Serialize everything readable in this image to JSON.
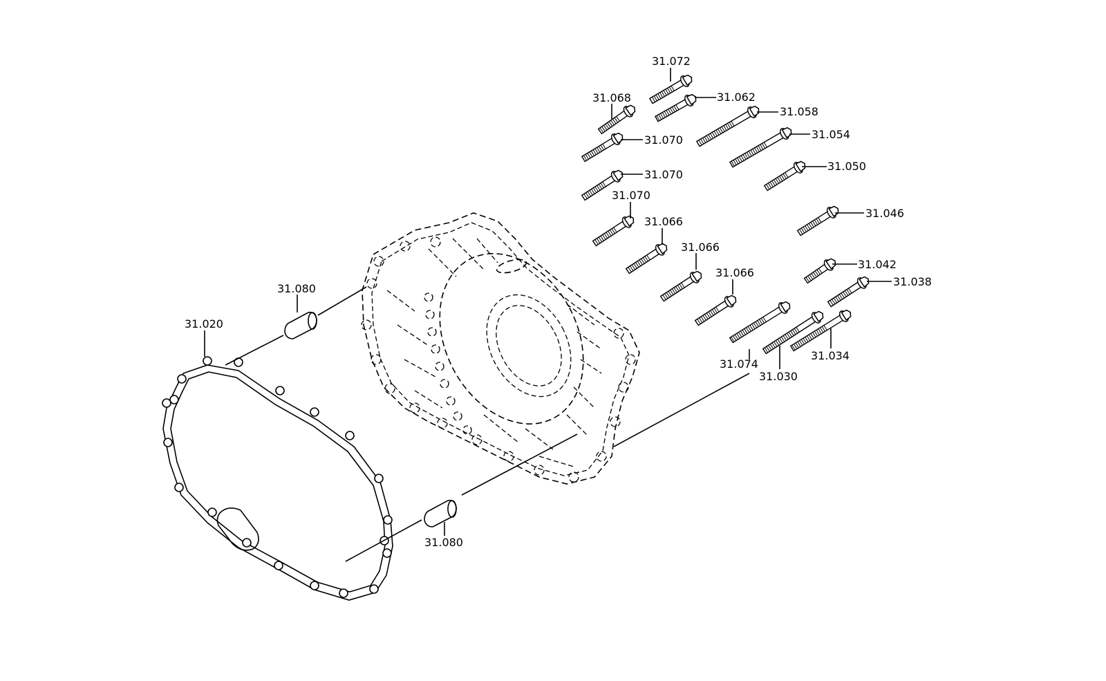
{
  "labels": {
    "l_31_072": "31.072",
    "l_31_068": "31.068",
    "l_31_062": "31.062",
    "l_31_058": "31.058",
    "l_31_070_a": "31.070",
    "l_31_054": "31.054",
    "l_31_070_b": "31.070",
    "l_31_050": "31.050",
    "l_31_070_c": "31.070",
    "l_31_066_a": "31.066",
    "l_31_046": "31.046",
    "l_31_066_b": "31.066",
    "l_31_066_c": "31.066",
    "l_31_042": "31.042",
    "l_31_038": "31.038",
    "l_31_080_top": "31.080",
    "l_31_020": "31.020",
    "l_31_074": "31.074",
    "l_31_034": "31.034",
    "l_31_030": "31.030",
    "l_31_080_bottom": "31.080"
  }
}
